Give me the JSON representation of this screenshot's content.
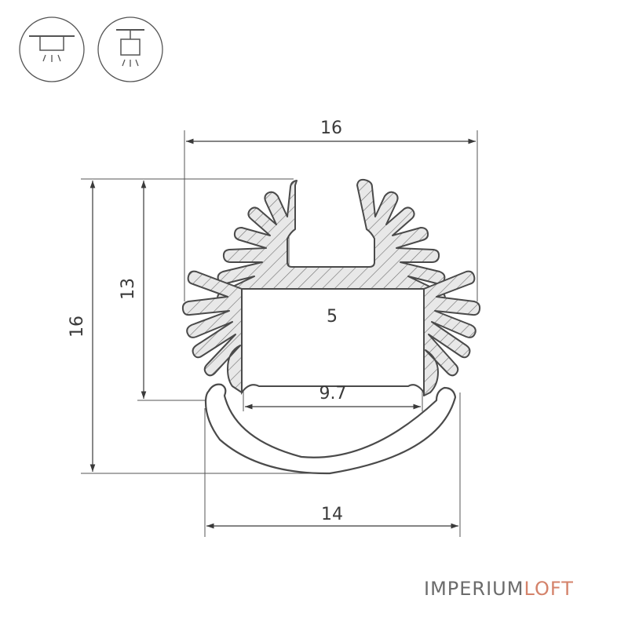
{
  "mount_icons": [
    {
      "name": "recessed-mount"
    },
    {
      "name": "suspended-mount"
    }
  ],
  "dimensions": {
    "overall_width": "16",
    "overall_height": "16",
    "body_height": "13",
    "led_slot_width": "5",
    "inner_channel_width": "9.7",
    "diffuser_width": "14"
  },
  "logo": {
    "text_main": "IMPERIUM",
    "text_accent": "LOFT",
    "accent_color": "#d4826a"
  },
  "colors": {
    "line": "#4a4a4a",
    "fill": "#e6e6e6",
    "hatch": "#7a7a7a"
  }
}
